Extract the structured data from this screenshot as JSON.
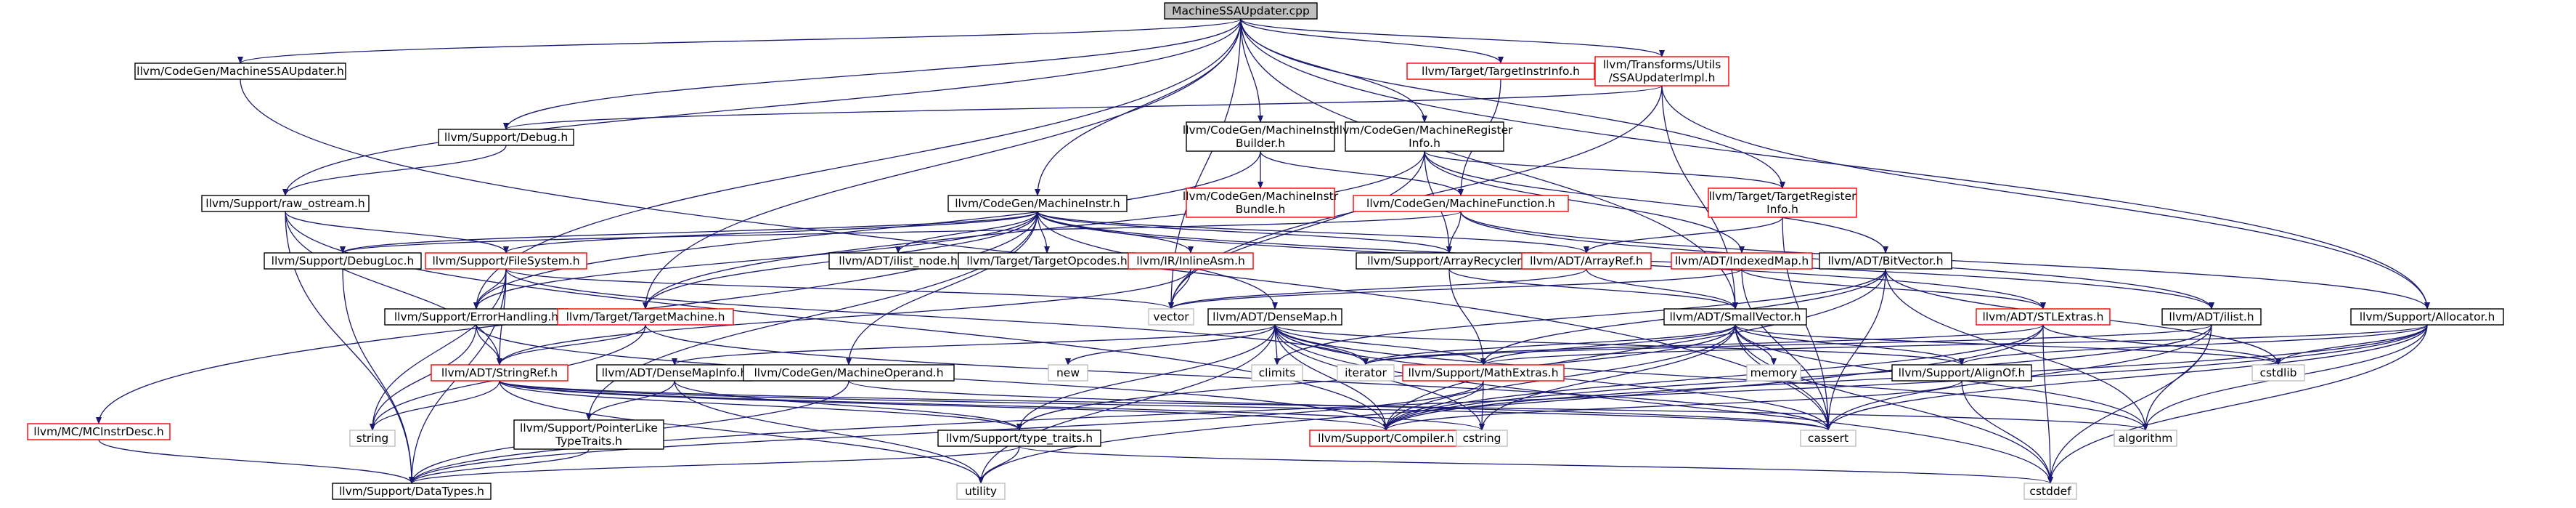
{
  "colors": {
    "edge": "#191970",
    "root_fill": "#bfbfbf",
    "root_border": "#000000",
    "node_border": "#000000",
    "external_border": "#bfbfbf",
    "truncated_border": "#ff0000",
    "truncated_text": "#ff0000",
    "text": "#000000"
  },
  "nodes": [
    {
      "id": "root",
      "label": [
        "MachineSSAUpdater.cpp"
      ],
      "kind": "root"
    },
    {
      "id": "cg_ssa",
      "label": [
        "llvm/CodeGen/MachineSSAUpdater.h"
      ],
      "kind": "normal"
    },
    {
      "id": "debug",
      "label": [
        "llvm/Support/Debug.h"
      ],
      "kind": "normal"
    },
    {
      "id": "mib",
      "label": [
        "llvm/CodeGen/MachineInstr",
        "Builder.h"
      ],
      "kind": "normal"
    },
    {
      "id": "mri",
      "label": [
        "llvm/CodeGen/MachineRegister",
        "Info.h"
      ],
      "kind": "normal"
    },
    {
      "id": "tii",
      "label": [
        "llvm/Target/TargetInstrInfo.h"
      ],
      "kind": "truncated"
    },
    {
      "id": "ssaimpl",
      "label": [
        "llvm/Transforms/Utils",
        "/SSAUpdaterImpl.h"
      ],
      "kind": "truncated"
    },
    {
      "id": "rawos",
      "label": [
        "llvm/Support/raw_ostream.h"
      ],
      "kind": "normal"
    },
    {
      "id": "mi",
      "label": [
        "llvm/CodeGen/MachineInstr.h"
      ],
      "kind": "normal"
    },
    {
      "id": "mibundle",
      "label": [
        "llvm/CodeGen/MachineInstr",
        "Bundle.h"
      ],
      "kind": "truncated"
    },
    {
      "id": "mfunc",
      "label": [
        "llvm/CodeGen/MachineFunction.h"
      ],
      "kind": "truncated"
    },
    {
      "id": "tri",
      "label": [
        "llvm/Target/TargetRegister",
        "Info.h"
      ],
      "kind": "truncated"
    },
    {
      "id": "debugloc",
      "label": [
        "llvm/Support/DebugLoc.h"
      ],
      "kind": "normal"
    },
    {
      "id": "fs",
      "label": [
        "llvm/Support/FileSystem.h"
      ],
      "kind": "truncated"
    },
    {
      "id": "ilistnode",
      "label": [
        "llvm/ADT/ilist_node.h"
      ],
      "kind": "normal"
    },
    {
      "id": "tgtops",
      "label": [
        "llvm/Target/TargetOpcodes.h"
      ],
      "kind": "normal"
    },
    {
      "id": "inlineasm",
      "label": [
        "llvm/IR/InlineAsm.h"
      ],
      "kind": "truncated"
    },
    {
      "id": "arrayrecycler",
      "label": [
        "llvm/Support/ArrayRecycler.h"
      ],
      "kind": "normal"
    },
    {
      "id": "arrayref",
      "label": [
        "llvm/ADT/ArrayRef.h"
      ],
      "kind": "truncated"
    },
    {
      "id": "indexedmap",
      "label": [
        "llvm/ADT/IndexedMap.h"
      ],
      "kind": "truncated"
    },
    {
      "id": "bitvector",
      "label": [
        "llvm/ADT/BitVector.h"
      ],
      "kind": "normal"
    },
    {
      "id": "errh",
      "label": [
        "llvm/Support/ErrorHandling.h"
      ],
      "kind": "normal"
    },
    {
      "id": "tm",
      "label": [
        "llvm/Target/TargetMachine.h"
      ],
      "kind": "truncated"
    },
    {
      "id": "vector",
      "label": [
        "vector"
      ],
      "kind": "external"
    },
    {
      "id": "densemap",
      "label": [
        "llvm/ADT/DenseMap.h"
      ],
      "kind": "normal"
    },
    {
      "id": "smallvec",
      "label": [
        "llvm/ADT/SmallVector.h"
      ],
      "kind": "normal"
    },
    {
      "id": "stlextras",
      "label": [
        "llvm/ADT/STLExtras.h"
      ],
      "kind": "truncated"
    },
    {
      "id": "ilist",
      "label": [
        "llvm/ADT/ilist.h"
      ],
      "kind": "normal"
    },
    {
      "id": "allocator",
      "label": [
        "llvm/Support/Allocator.h"
      ],
      "kind": "normal"
    },
    {
      "id": "stringref",
      "label": [
        "llvm/ADT/StringRef.h"
      ],
      "kind": "truncated"
    },
    {
      "id": "densemapinfo",
      "label": [
        "llvm/ADT/DenseMapInfo.h"
      ],
      "kind": "normal"
    },
    {
      "id": "mo",
      "label": [
        "llvm/CodeGen/MachineOperand.h"
      ],
      "kind": "normal"
    },
    {
      "id": "new",
      "label": [
        "new"
      ],
      "kind": "external"
    },
    {
      "id": "climits",
      "label": [
        "climits"
      ],
      "kind": "external"
    },
    {
      "id": "iterator",
      "label": [
        "iterator"
      ],
      "kind": "external"
    },
    {
      "id": "mathextras",
      "label": [
        "llvm/Support/MathExtras.h"
      ],
      "kind": "truncated"
    },
    {
      "id": "memory",
      "label": [
        "memory"
      ],
      "kind": "external"
    },
    {
      "id": "alignof",
      "label": [
        "llvm/Support/AlignOf.h"
      ],
      "kind": "normal"
    },
    {
      "id": "cstdlib",
      "label": [
        "cstdlib"
      ],
      "kind": "external"
    },
    {
      "id": "mcinstrdesc",
      "label": [
        "llvm/MC/MCInstrDesc.h"
      ],
      "kind": "truncated"
    },
    {
      "id": "string",
      "label": [
        "string"
      ],
      "kind": "external"
    },
    {
      "id": "ptrlike",
      "label": [
        "llvm/Support/PointerLike",
        "TypeTraits.h"
      ],
      "kind": "normal"
    },
    {
      "id": "typetraits",
      "label": [
        "llvm/Support/type_traits.h"
      ],
      "kind": "normal"
    },
    {
      "id": "compiler",
      "label": [
        "llvm/Support/Compiler.h"
      ],
      "kind": "truncated"
    },
    {
      "id": "cstring",
      "label": [
        "cstring"
      ],
      "kind": "external"
    },
    {
      "id": "cassert",
      "label": [
        "cassert"
      ],
      "kind": "external"
    },
    {
      "id": "algorithm",
      "label": [
        "algorithm"
      ],
      "kind": "external"
    },
    {
      "id": "datatypes",
      "label": [
        "llvm/Support/DataTypes.h"
      ],
      "kind": "normal"
    },
    {
      "id": "utility",
      "label": [
        "utility"
      ],
      "kind": "external"
    },
    {
      "id": "cstddef",
      "label": [
        "cstddef"
      ],
      "kind": "external"
    }
  ],
  "edges": [
    [
      "root",
      "cg_ssa"
    ],
    [
      "root",
      "debug"
    ],
    [
      "root",
      "mib"
    ],
    [
      "root",
      "mri"
    ],
    [
      "root",
      "tii"
    ],
    [
      "root",
      "ssaimpl"
    ],
    [
      "root",
      "rawos"
    ],
    [
      "root",
      "mi"
    ],
    [
      "root",
      "tri"
    ],
    [
      "root",
      "errh"
    ],
    [
      "root",
      "tm"
    ],
    [
      "root",
      "vector"
    ],
    [
      "root",
      "smallvec"
    ],
    [
      "root",
      "allocator"
    ],
    [
      "cg_ssa",
      "cassert"
    ],
    [
      "debug",
      "rawos"
    ],
    [
      "mib",
      "mibundle"
    ],
    [
      "mib",
      "mfunc"
    ],
    [
      "mib",
      "errh"
    ],
    [
      "mri",
      "tm"
    ],
    [
      "mri",
      "indexedmap"
    ],
    [
      "mri",
      "bitvector"
    ],
    [
      "mri",
      "tri"
    ],
    [
      "mri",
      "arrayrecycler"
    ],
    [
      "mri",
      "vector"
    ],
    [
      "tii",
      "mfunc"
    ],
    [
      "ssaimpl",
      "debug"
    ],
    [
      "ssaimpl",
      "allocator"
    ],
    [
      "ssaimpl",
      "vector"
    ],
    [
      "ssaimpl",
      "smallvec"
    ],
    [
      "rawos",
      "fs"
    ],
    [
      "rawos",
      "stringref"
    ],
    [
      "rawos",
      "datatypes"
    ],
    [
      "rawos",
      "compiler"
    ],
    [
      "mi",
      "debugloc"
    ],
    [
      "mi",
      "ilistnode"
    ],
    [
      "mi",
      "tgtops"
    ],
    [
      "mi",
      "inlineasm"
    ],
    [
      "mi",
      "arrayrecycler"
    ],
    [
      "mi",
      "arrayref"
    ],
    [
      "mi",
      "densemap"
    ],
    [
      "mi",
      "stlextras"
    ],
    [
      "mi",
      "mcinstrdesc"
    ],
    [
      "mi",
      "mo"
    ],
    [
      "mi",
      "ptrlike"
    ],
    [
      "mi",
      "ilist"
    ],
    [
      "mi",
      "fs"
    ],
    [
      "mi",
      "errh"
    ],
    [
      "mi",
      "tm"
    ],
    [
      "mfunc",
      "ilist"
    ],
    [
      "mfunc",
      "debugloc"
    ],
    [
      "mfunc",
      "allocator"
    ],
    [
      "mfunc",
      "arrayrecycler"
    ],
    [
      "tri",
      "arrayref"
    ],
    [
      "tri",
      "cassert"
    ],
    [
      "debugloc",
      "datatypes"
    ],
    [
      "fs",
      "errh"
    ],
    [
      "fs",
      "stringref"
    ],
    [
      "fs",
      "datatypes"
    ],
    [
      "fs",
      "string"
    ],
    [
      "fs",
      "vector"
    ],
    [
      "fs",
      "iterator"
    ],
    [
      "inlineasm",
      "vector"
    ],
    [
      "inlineasm",
      "stringref"
    ],
    [
      "arrayrecycler",
      "smallvec"
    ],
    [
      "arrayrecycler",
      "mathextras"
    ],
    [
      "arrayref",
      "smallvec"
    ],
    [
      "arrayref",
      "vector"
    ],
    [
      "indexedmap",
      "stlextras"
    ],
    [
      "indexedmap",
      "vector"
    ],
    [
      "indexedmap",
      "cassert"
    ],
    [
      "bitvector",
      "mathextras"
    ],
    [
      "bitvector",
      "algorithm"
    ],
    [
      "bitvector",
      "cassert"
    ],
    [
      "bitvector",
      "climits"
    ],
    [
      "bitvector",
      "cstdlib"
    ],
    [
      "bitvector",
      "compiler"
    ],
    [
      "errh",
      "stringref"
    ],
    [
      "errh",
      "compiler"
    ],
    [
      "errh",
      "string"
    ],
    [
      "tm",
      "stringref"
    ],
    [
      "tm",
      "cassert"
    ],
    [
      "tm",
      "string"
    ],
    [
      "densemap",
      "densemapinfo"
    ],
    [
      "densemap",
      "typetraits"
    ],
    [
      "densemap",
      "mathextras"
    ],
    [
      "densemap",
      "alignof"
    ],
    [
      "densemap",
      "compiler"
    ],
    [
      "densemap",
      "algorithm"
    ],
    [
      "densemap",
      "cassert"
    ],
    [
      "densemap",
      "climits"
    ],
    [
      "densemap",
      "cstddef"
    ],
    [
      "densemap",
      "cstring"
    ],
    [
      "densemap",
      "iterator"
    ],
    [
      "densemap",
      "new"
    ],
    [
      "densemap",
      "utility"
    ],
    [
      "smallvec",
      "alignof"
    ],
    [
      "smallvec",
      "compiler"
    ],
    [
      "smallvec",
      "mathextras"
    ],
    [
      "smallvec",
      "typetraits"
    ],
    [
      "smallvec",
      "algorithm"
    ],
    [
      "smallvec",
      "cassert"
    ],
    [
      "smallvec",
      "cstddef"
    ],
    [
      "smallvec",
      "cstdlib"
    ],
    [
      "smallvec",
      "cstring"
    ],
    [
      "smallvec",
      "iterator"
    ],
    [
      "smallvec",
      "memory"
    ],
    [
      "stlextras",
      "compiler"
    ],
    [
      "stlextras",
      "cstddef"
    ],
    [
      "stlextras",
      "cstdlib"
    ],
    [
      "stlextras",
      "iterator"
    ],
    [
      "stlextras",
      "utility"
    ],
    [
      "ilist",
      "compiler"
    ],
    [
      "ilist",
      "algorithm"
    ],
    [
      "ilist",
      "cassert"
    ],
    [
      "ilist",
      "cstddef"
    ],
    [
      "ilist",
      "iterator"
    ],
    [
      "allocator",
      "alignof"
    ],
    [
      "allocator",
      "datatypes"
    ],
    [
      "allocator",
      "mathextras"
    ],
    [
      "allocator",
      "compiler"
    ],
    [
      "allocator",
      "algorithm"
    ],
    [
      "allocator",
      "cassert"
    ],
    [
      "allocator",
      "cstddef"
    ],
    [
      "allocator",
      "cstdlib"
    ],
    [
      "stringref",
      "compiler"
    ],
    [
      "stringref",
      "algorithm"
    ],
    [
      "stringref",
      "cassert"
    ],
    [
      "stringref",
      "cstring"
    ],
    [
      "stringref",
      "limits_none"
    ],
    [
      "stringref",
      "string"
    ],
    [
      "stringref",
      "utility"
    ],
    [
      "stringref",
      "typetraits"
    ],
    [
      "densemapinfo",
      "ptrlike"
    ],
    [
      "densemapinfo",
      "utility"
    ],
    [
      "densemapinfo",
      "typetraits"
    ],
    [
      "mo",
      "datatypes"
    ],
    [
      "mo",
      "cassert"
    ],
    [
      "mathextras",
      "compiler"
    ],
    [
      "mathextras",
      "datatypes"
    ],
    [
      "mathextras",
      "cstring"
    ],
    [
      "alignof",
      "compiler"
    ],
    [
      "alignof",
      "cstddef"
    ],
    [
      "ptrlike",
      "datatypes"
    ],
    [
      "mcinstrdesc",
      "datatypes"
    ],
    [
      "typetraits",
      "datatypes"
    ],
    [
      "typetraits",
      "cstddef"
    ],
    [
      "typetraits",
      "utility"
    ],
    [
      "compiler",
      "datatypes_none"
    ]
  ]
}
